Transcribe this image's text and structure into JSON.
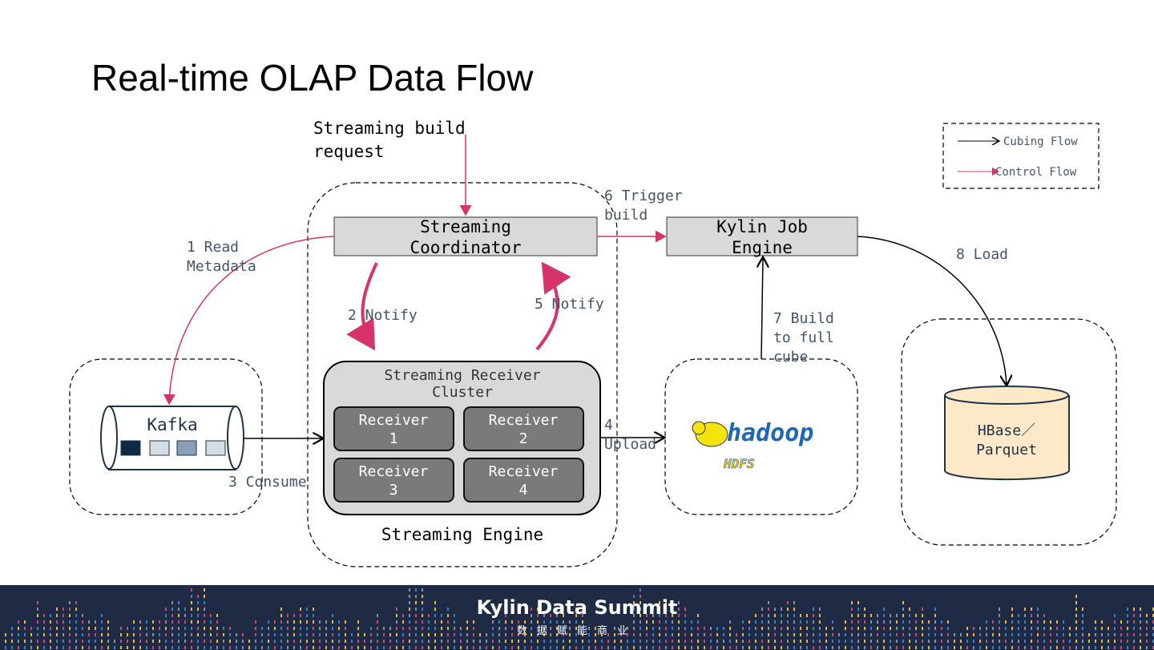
{
  "title": "Real-time OLAP Data Flow",
  "legend": {
    "cubing": "Cubing Flow",
    "control": "Control Flow"
  },
  "nodes": {
    "request": [
      "Streaming build",
      "request"
    ],
    "coordinator": [
      "Streaming",
      "Coordinator"
    ],
    "job_engine": [
      "Kylin Job",
      "Engine"
    ],
    "cluster": [
      "Streaming Receiver",
      "Cluster"
    ],
    "receivers": [
      [
        "Receiver",
        "1"
      ],
      [
        "Receiver",
        "2"
      ],
      [
        "Receiver",
        "3"
      ],
      [
        "Receiver",
        "4"
      ]
    ],
    "engine": "Streaming Engine",
    "kafka": "Kafka",
    "hdfs": {
      "main": "hadoop",
      "sub": "HDFS"
    },
    "storage": [
      "HBase／",
      "Parquet"
    ]
  },
  "steps": {
    "s1": [
      "1 Read",
      "Metadata"
    ],
    "s2": "2 Notify",
    "s3": "3 Consume",
    "s4": [
      "4",
      "Upload"
    ],
    "s5": "5 Notify",
    "s6": [
      "6 Trigger",
      "build"
    ],
    "s7": [
      "7 Build",
      "to full",
      "cube"
    ],
    "s8": "8 Load"
  },
  "colors": {
    "cubing": "#000000",
    "control": "#d6336c",
    "footer": "#1f2a44",
    "storage": "#fde9c7"
  },
  "footer": {
    "title": "Kylin Data Summit",
    "subtitle": "数据赋能商业"
  }
}
